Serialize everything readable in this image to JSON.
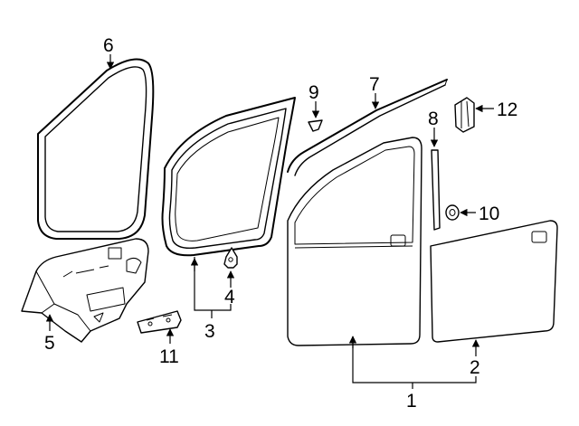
{
  "callouts": {
    "c1": "1",
    "c2": "2",
    "c3": "3",
    "c4": "4",
    "c5": "5",
    "c6": "6",
    "c7": "7",
    "c8": "8",
    "c9": "9",
    "c10": "10",
    "c11": "11",
    "c12": "12"
  },
  "icons": {
    "arrow": "arrowhead-icon"
  }
}
